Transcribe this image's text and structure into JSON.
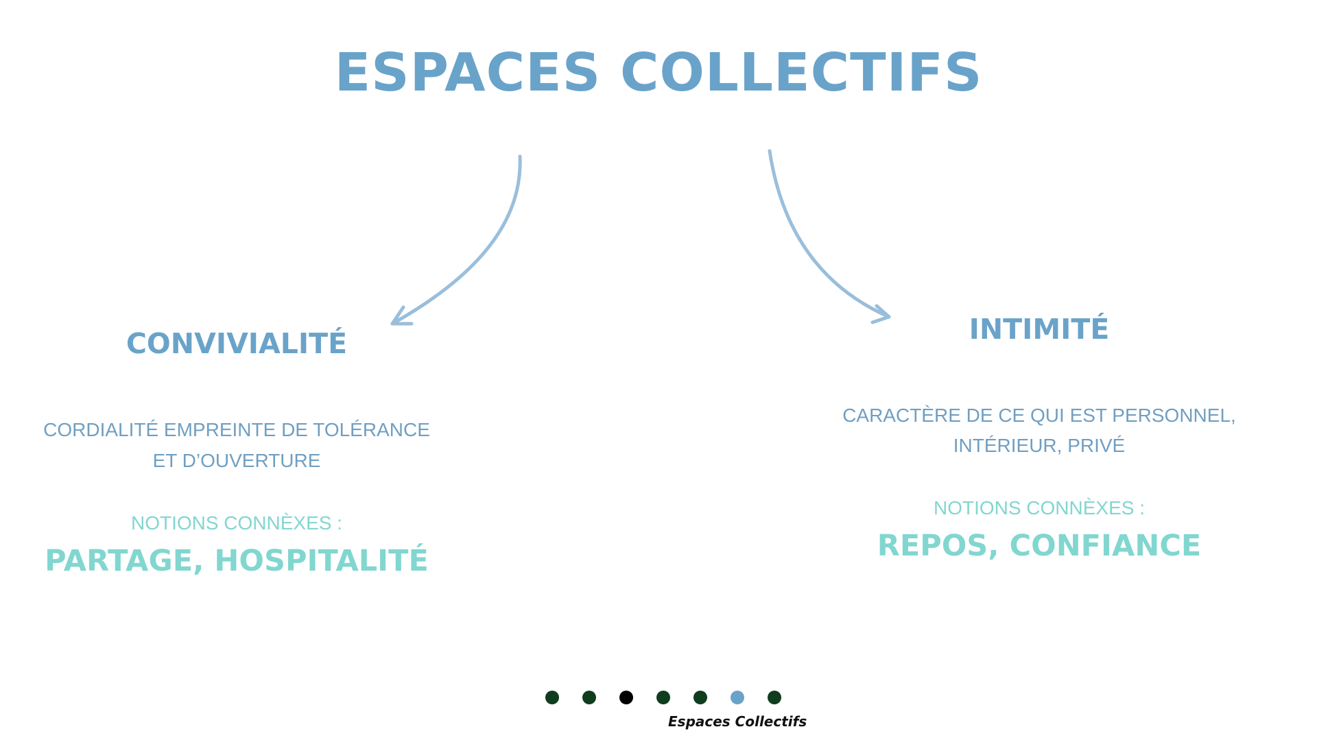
{
  "title": "ESPACES COLLECTIFS",
  "left": {
    "heading": "CONVIVIALITÉ",
    "description_line1": "CORDIALITÉ EMPREINTE DE TOLÉRANCE",
    "description_line2": "ET D’OUVERTURE",
    "notions_label": "NOTIONS CONNÈXES :",
    "keywords": "PARTAGE, HOSPITALITÉ"
  },
  "right": {
    "heading": "INTIMITÉ",
    "description_line1": "CARACTÈRE DE CE QUI EST PERSONNEL,",
    "description_line2": "INTÉRIEUR, PRIVÉ",
    "notions_label": "NOTIONS CONNÈXES :",
    "keywords": "REPOS, CONFIANCE"
  },
  "navigation": {
    "dots": [
      {
        "color": "#0f3d1e",
        "active": false
      },
      {
        "color": "#0f3d1e",
        "active": false
      },
      {
        "color": "#000000",
        "active": false
      },
      {
        "color": "#0f3d1e",
        "active": false
      },
      {
        "color": "#0f3d1e",
        "active": false
      },
      {
        "color": "#6aa3c9",
        "active": true
      },
      {
        "color": "#0f3d1e",
        "active": false
      }
    ],
    "label": "Espaces Collectifs"
  },
  "colors": {
    "title": "#6aa3c9",
    "description": "#6f9fc2",
    "accent": "#82d6d0",
    "arrow": "#8fb8d8"
  }
}
